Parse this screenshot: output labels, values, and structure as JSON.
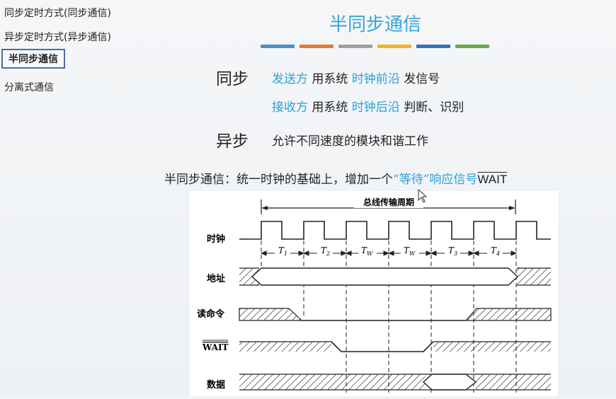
{
  "nav": {
    "items": [
      {
        "label": "同步定时方式(同步通信)"
      },
      {
        "label": "异步定时方式(异步通信)"
      },
      {
        "label": "半同步通信",
        "active": true
      },
      {
        "label": "分离式通信"
      }
    ]
  },
  "slide": {
    "title": "半同步通信",
    "accent_colors": [
      "#4a90c8",
      "#e07b39",
      "#a0a0a0",
      "#f0b429",
      "#3b6fb6",
      "#6aa84f"
    ],
    "sync": {
      "label": "同步",
      "sender": {
        "who": "发送方",
        "mid": "用系统",
        "edge": "时钟前沿",
        "action": "发信号"
      },
      "receiver": {
        "who": "接收方",
        "mid": "用系统",
        "edge": "时钟后沿",
        "action": "判断、识别"
      }
    },
    "async": {
      "label": "异步",
      "text": "允许不同速度的模块和谐工作"
    },
    "summary": {
      "prefix": "半同步通信：统一时钟的基础上，增加一个",
      "highlight": "“等待”响应信号",
      "signal": "WAIT"
    }
  },
  "timing_diagram": {
    "cycle_label": "总线传输周期",
    "signals": [
      "时钟",
      "地址",
      "读命令",
      "WAIT",
      "数据"
    ],
    "periods": [
      {
        "base": "T",
        "sub": "1"
      },
      {
        "base": "T",
        "sub": "2"
      },
      {
        "base": "T",
        "sub": "W"
      },
      {
        "base": "T",
        "sub": "W"
      },
      {
        "base": "T",
        "sub": "3"
      },
      {
        "base": "T",
        "sub": "4"
      }
    ]
  }
}
